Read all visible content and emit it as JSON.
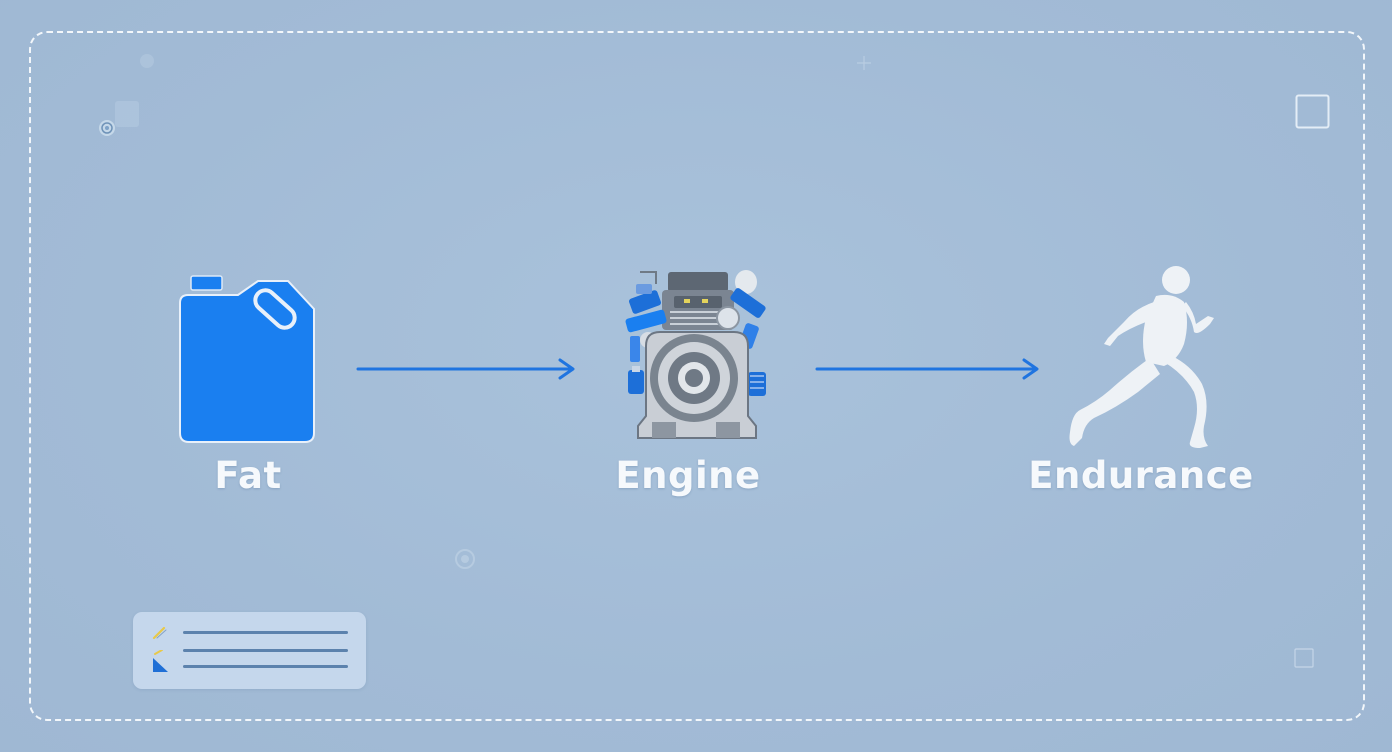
{
  "diagram": {
    "nodes": [
      {
        "id": "fat",
        "label": "Fat",
        "icon": "fuel-canister-icon"
      },
      {
        "id": "engine",
        "label": "Engine",
        "icon": "engine-icon"
      },
      {
        "id": "endurance",
        "label": "Endurance",
        "icon": "runner-icon"
      }
    ],
    "edges": [
      {
        "from": "fat",
        "to": "engine"
      },
      {
        "from": "engine",
        "to": "endurance"
      }
    ]
  },
  "colors": {
    "background": "#a3bdd8",
    "accent_blue": "#1a7ff0",
    "arrow": "#1f74e0",
    "label_text": "#f6f9fc",
    "engine_gray": "#707a86",
    "runner_white": "#eef2f6"
  }
}
